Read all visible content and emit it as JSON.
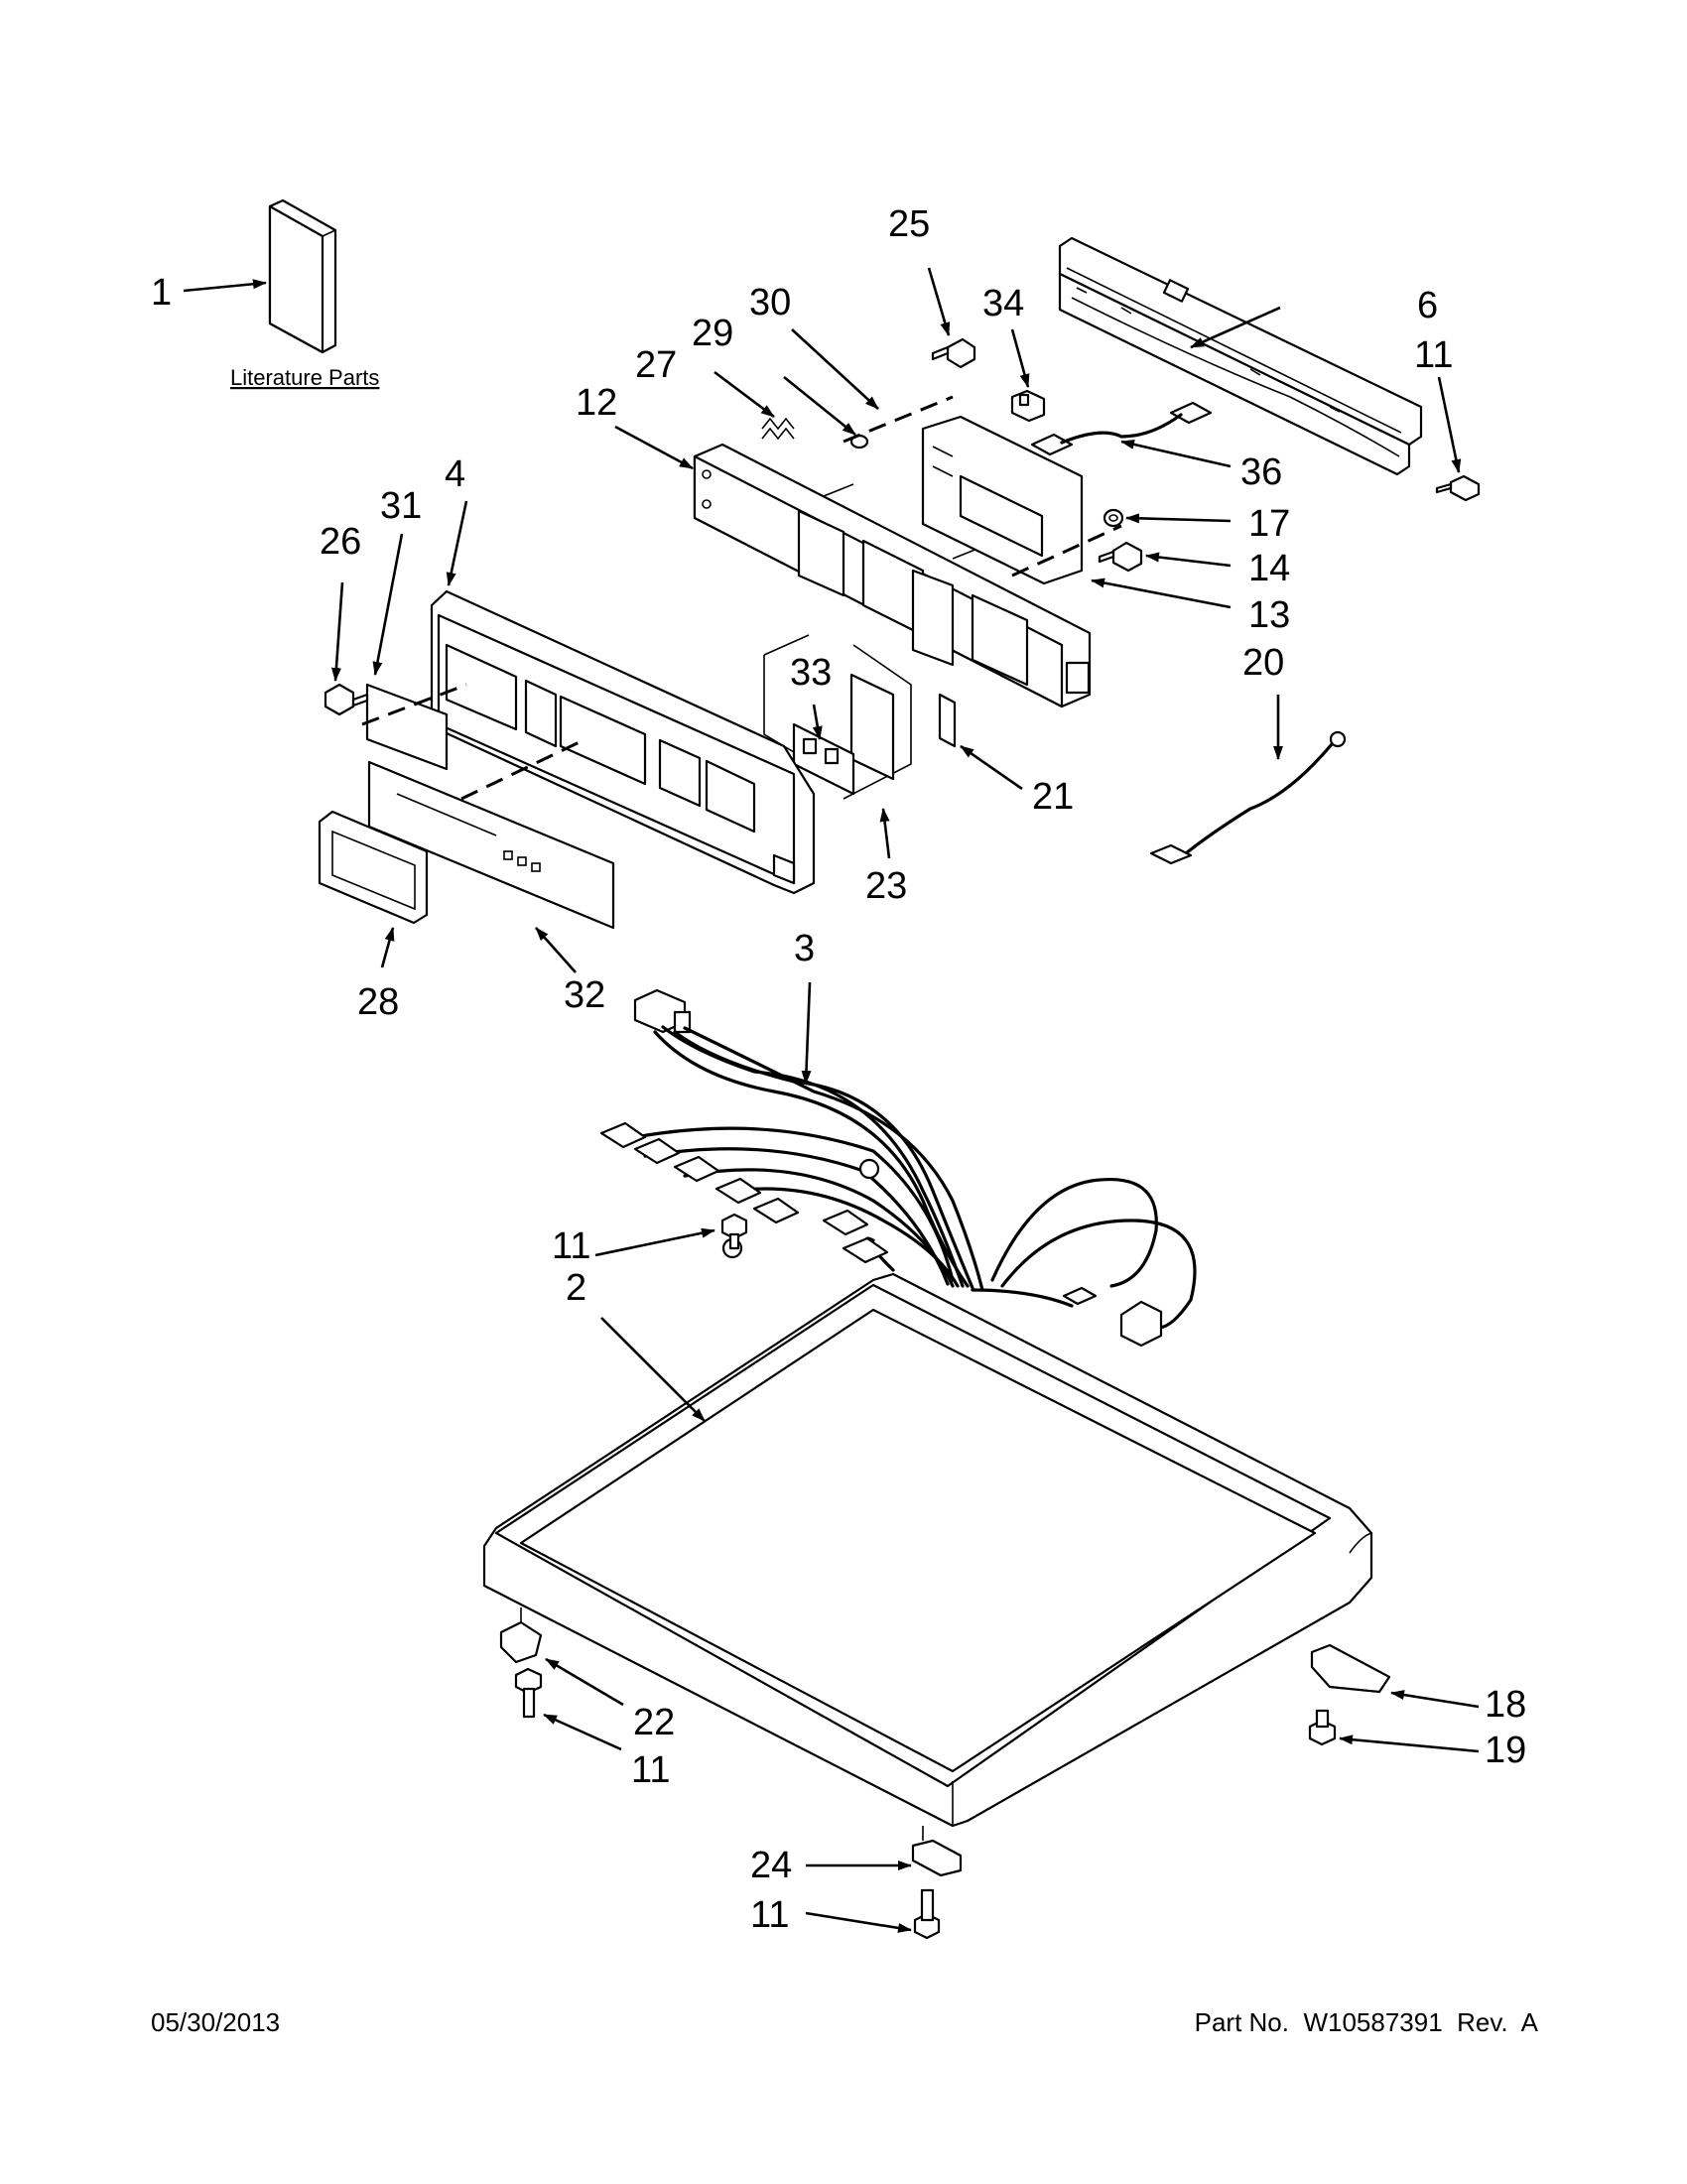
{
  "diagram": {
    "caption_literature": "Literature Parts",
    "callouts": {
      "c1": "1",
      "c25": "25",
      "c30": "30",
      "c34": "34",
      "c6": "6",
      "c11_a": "11",
      "c29": "29",
      "c27": "27",
      "c12": "12",
      "c36": "36",
      "c17": "17",
      "c14": "14",
      "c13": "13",
      "c4": "4",
      "c31": "31",
      "c26": "26",
      "c33": "33",
      "c20": "20",
      "c21": "21",
      "c23": "23",
      "c28": "28",
      "c32": "32",
      "c3": "3",
      "c11_b": "11",
      "c2": "2",
      "c18": "18",
      "c19": "19",
      "c22": "22",
      "c11_c": "11",
      "c24": "24",
      "c11_d": "11"
    }
  },
  "footer": {
    "date": "05/30/2013",
    "part_number": "Part No.  W10587391  Rev.  A"
  }
}
